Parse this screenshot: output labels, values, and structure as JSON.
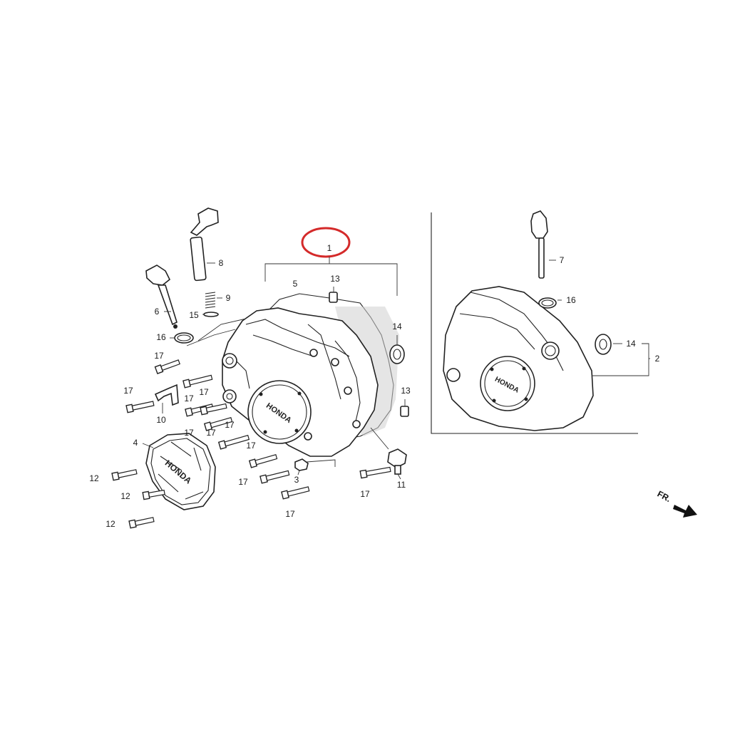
{
  "callouts": {
    "c1": "1",
    "c2": "2",
    "c3": "3",
    "c4": "4",
    "c5": "5",
    "c6": "6",
    "c7": "7",
    "c8": "8",
    "c9": "9",
    "c10": "10",
    "c11": "11",
    "c12a": "12",
    "c12b": "12",
    "c12c": "12",
    "c13a": "13",
    "c13b": "13",
    "c14a": "14",
    "c14b": "14",
    "c15": "15",
    "c16a": "16",
    "c16b": "16",
    "c17a": "17",
    "c17b": "17",
    "c17c": "17",
    "c17d": "17",
    "c17e": "17",
    "c17f": "17",
    "c17g": "17",
    "c17h": "17",
    "c17i": "17",
    "c17j": "17"
  },
  "cover_logo": "HONDA",
  "clutch_cover_logo": "HONDA",
  "front_indicator": "FR.",
  "highlight_color": "#d42a2a"
}
